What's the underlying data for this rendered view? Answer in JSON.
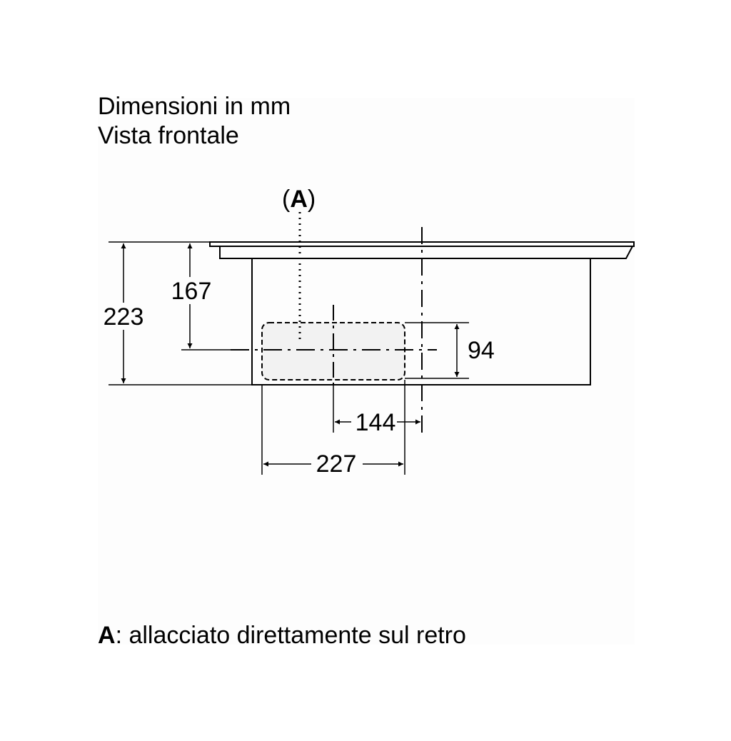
{
  "header": {
    "line1": "Dimensioni in mm",
    "line2": "Vista frontale"
  },
  "callout": {
    "open": "(",
    "letter": "A",
    "close": ")"
  },
  "dimensions": {
    "total_height": "223",
    "axis_height": "167",
    "duct_height": "94",
    "offset_center": "144",
    "duct_width": "227"
  },
  "legend": {
    "key": "A",
    "text": ": allacciato direttamente sul retro"
  }
}
